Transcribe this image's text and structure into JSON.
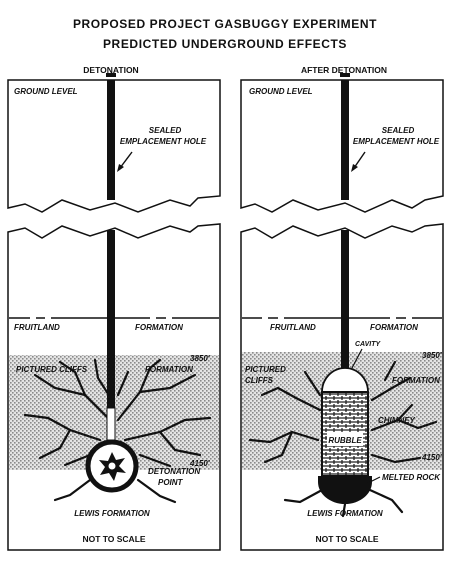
{
  "title_line1": "PROPOSED PROJECT GASBUGGY EXPERIMENT",
  "title_line2": "PREDICTED UNDERGROUND EFFECTS",
  "left": {
    "header": "DETONATION",
    "ground_level": "GROUND LEVEL",
    "sealed_line1": "SEALED",
    "sealed_line2": "EMPLACEMENT HOLE",
    "fruitland": "FRUITLAND",
    "formation": "FORMATION",
    "depth_top": "3850'",
    "pictured_cliffs": "PICTURED CLIFFS",
    "formation2": "FORMATION",
    "depth_bottom": "4150'",
    "detonation_point_line1": "DETONATION",
    "detonation_point_line2": "POINT",
    "lewis": "LEWIS FORMATION",
    "not_to_scale": "NOT TO SCALE"
  },
  "right": {
    "header": "AFTER DETONATION",
    "ground_level": "GROUND LEVEL",
    "sealed_line1": "SEALED",
    "sealed_line2": "EMPLACEMENT HOLE",
    "fruitland": "FRUITLAND",
    "formation": "FORMATION",
    "cavity": "CAVITY",
    "depth_top": "3850'",
    "pictured_line1": "PICTURED",
    "pictured_line2": "CLIFFS",
    "formation2": "FORMATION",
    "chimney": "CHIMNEY",
    "rubble": "RUBBLE",
    "depth_bottom": "4150'",
    "melted_rock": "MELTED ROCK",
    "lewis": "LEWIS FORMATION",
    "not_to_scale": "NOT TO SCALE"
  }
}
